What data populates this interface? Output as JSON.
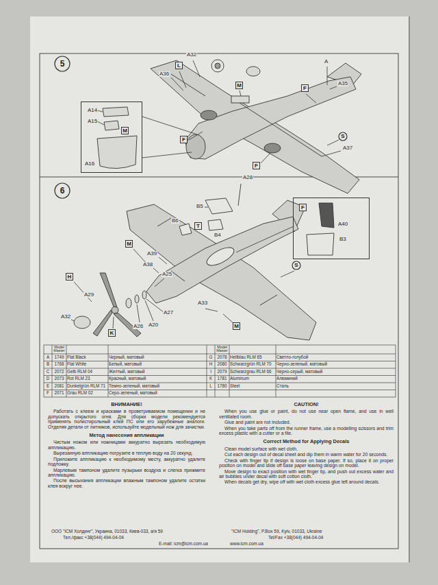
{
  "diagram": {
    "nodes": [
      {
        "text": [
          "5"
        ]
      },
      {
        "text": [
          "L"
        ]
      },
      {
        "text": [
          "M"
        ]
      },
      {
        "text": [
          "F"
        ]
      },
      {
        "text": [
          "A14",
          "A15",
          "A16"
        ]
      },
      {
        "text": [
          "M"
        ],
        "in": 4
      },
      {
        "text": [
          "F"
        ]
      },
      {
        "text": [
          "S"
        ]
      },
      {
        "text": [
          "F"
        ]
      },
      {
        "text": [
          "6"
        ]
      },
      {
        "text": [
          "T"
        ]
      },
      {
        "text": [
          "A40",
          "B3"
        ]
      },
      {
        "text": [
          "F"
        ],
        "in": 11
      },
      {
        "text": [
          "M"
        ]
      },
      {
        "text": [
          "H"
        ]
      },
      {
        "text": [
          "S"
        ]
      },
      {
        "text": [
          "K"
        ]
      },
      {
        "text": [
          "M"
        ]
      }
    ],
    "labels": [
      "A32",
      "A36",
      "A",
      "A35",
      "A37",
      "B5",
      "A28",
      "B6",
      "B4",
      "A39",
      "A38",
      "A29",
      "A25",
      "A27",
      "A26",
      "A20",
      "A32",
      "A33",
      "Model Master",
      "A",
      "1749",
      "Flat Black",
      "Черный, матовый",
      "B",
      "1768",
      "Flat White",
      "Белый, матовый",
      "C",
      "2072",
      "Gelb RLM 04",
      "Желтый, матовый",
      "D",
      "2073",
      "Rot RLM 23",
      "Красный, матовый",
      "E",
      "2081",
      "Dunkelgrün RLM 71",
      "Темно-зеленый, матовый",
      "F",
      "2071",
      "Grau RLM 02",
      "Серо-зеленый, матовый",
      "Model Master",
      "G",
      "2078",
      "Hellblau RLM 65",
      "Светло-голубой",
      "H",
      "2080",
      "Schwarzgrün RLM 70",
      "Черно-зеленый, матовый",
      "I",
      "2079",
      "Schwarzgrau RLM 66",
      "Черно-серый, матовый",
      "K",
      "1781",
      "Aluminum",
      "Алюминий",
      "L",
      "1780",
      "Steel",
      "Сталь",
      "ВНИМАНИЕ!",
      "Работать с клеем и красками в проветриваемом помещении и не допускать открытого огня. Для сборки модели рекомендуется применять полистирольный клей ПС или его зарубежные аналоги. Отделяя детали от литников, используйте модельный нож для зачистки.",
      "Метод нанесения аппликации",
      "Чистым ножом или ножницами аккуратно вырезать необходимую аппликацию.",
      "Вырезанную аппликацию погрузите в теплую воду на 20 секунд.",
      "Приложите аппликацию к необходимому месту, аккуратно удалите подложку.",
      "Марлевым тампоном удалите пузырьки воздуха и слегка прижмите аппликацию.",
      "После высыхания аппликации влажным тампоном удалите остатки клея вокруг нее.",
      "CAUTION!",
      "When you use glue or paint, do not use near open flame, and use in well ventilated room.",
      "Glue and paint are not included.",
      "When you take parts off from the runner frame, use a modelling scissors and trim excess plastic with a cutter or a file.",
      "Correct Method for Applying Decals",
      "Clean model surface with wet cloth.",
      "Cut each design out of decal sheet and dip them in warm water for 20 seconds.",
      "Check with finger tip if design is loose on base paper. If so, place it on proper position on model and slide off base paper leaving design on model.",
      "Move design to exact position with wet finger tip, and push out excess water and air bubbles under decal with soft cotton cloth.",
      "When decals get dry, wipe off with wet cloth excess glue left around decals.",
      "ООО \"ICM Холдинг\", Украина, 01033, Киев-033, а/я 59",
      "Тел./факс +38(044) 494-04-04",
      "E-mail: icm@icm.com.ua",
      "www.icm.com.ua",
      "\"ICM Holding\", P.Box 59, Kyiv, 01033, Ukraine",
      "Tel/Fax +38(044) 494-04-04"
    ]
  }
}
